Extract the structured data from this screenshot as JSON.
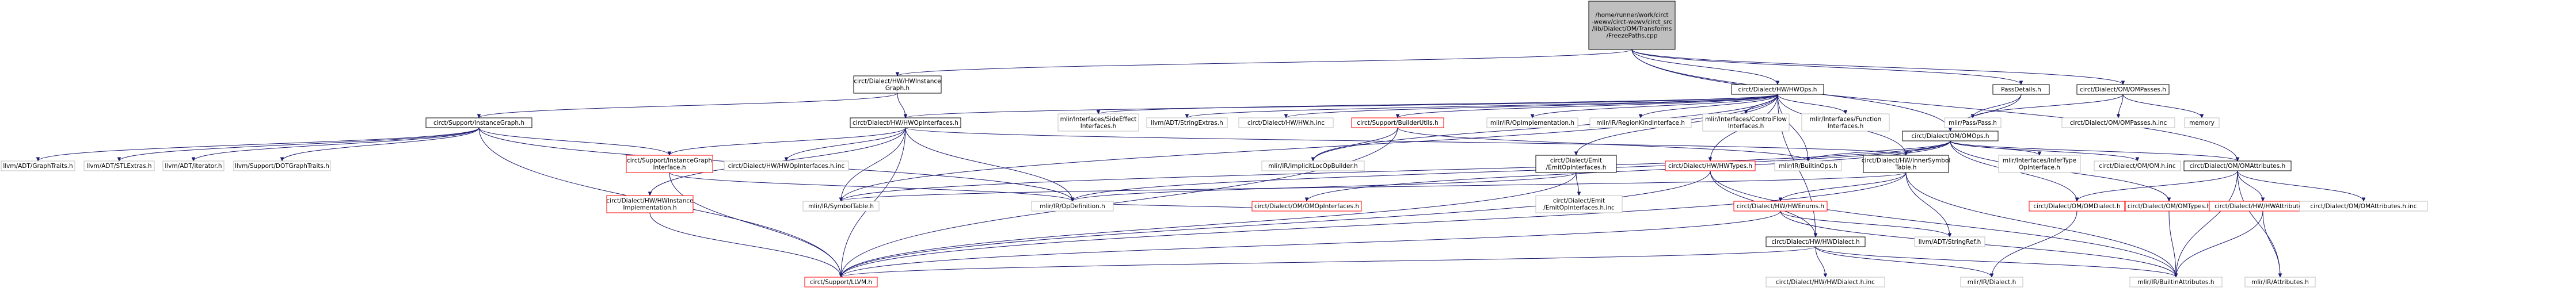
{
  "graph": {
    "title": "",
    "colors": {
      "root_fill": "#bfbfbf",
      "root_border": "#000000",
      "normal_fill": "#ffffff",
      "normal_border": "#000000",
      "missing_fill": "#ffffff",
      "missing_border": "#bfbfbf",
      "truncated_fill": "#ffffff",
      "truncated_border": "#ff0000",
      "edge": "#191970"
    },
    "nodes": [
      {
        "id": "root",
        "lines": [
          "/home/runner/work/circt",
          "-wewv/circt-wewv/circt_src",
          "/lib/Dialect/OM/Transforms",
          "/FreezePaths.cpp"
        ],
        "kind": "root"
      },
      {
        "id": "hwinst",
        "lines": [
          "circt/Dialect/HW/HWInstance",
          "Graph.h"
        ],
        "kind": "normal"
      },
      {
        "id": "hwops",
        "lines": [
          "circt/Dialect/HW/HWOps.h"
        ],
        "kind": "normal"
      },
      {
        "id": "passdetails",
        "lines": [
          "PassDetails.h"
        ],
        "kind": "normal"
      },
      {
        "id": "ompasses",
        "lines": [
          "circt/Dialect/OM/OMPasses.h"
        ],
        "kind": "normal"
      },
      {
        "id": "supportig",
        "lines": [
          "circt/Support/InstanceGraph.h"
        ],
        "kind": "normal"
      },
      {
        "id": "hwopinterfaces",
        "lines": [
          "circt/Dialect/HW/HWOpInterfaces.h"
        ],
        "kind": "normal"
      },
      {
        "id": "sideeffect",
        "lines": [
          "mlir/Interfaces/SideEffect",
          "Interfaces.h"
        ],
        "kind": "missing"
      },
      {
        "id": "stringextras",
        "lines": [
          "llvm/ADT/StringExtras.h"
        ],
        "kind": "missing"
      },
      {
        "id": "hwinc",
        "lines": [
          "circt/Dialect/HW/HW.h.inc"
        ],
        "kind": "missing"
      },
      {
        "id": "builderutils",
        "lines": [
          "circt/Support/BuilderUtils.h"
        ],
        "kind": "truncated"
      },
      {
        "id": "opimpl",
        "lines": [
          "mlir/IR/OpImplementation.h"
        ],
        "kind": "missing"
      },
      {
        "id": "regionkind",
        "lines": [
          "mlir/IR/RegionKindInterface.h"
        ],
        "kind": "missing"
      },
      {
        "id": "controlflow",
        "lines": [
          "mlir/Interfaces/ControlFlow",
          "Interfaces.h"
        ],
        "kind": "missing"
      },
      {
        "id": "functioninterfaces",
        "lines": [
          "mlir/Interfaces/Function",
          "Interfaces.h"
        ],
        "kind": "missing"
      },
      {
        "id": "passpass",
        "lines": [
          "mlir/Pass/Pass.h"
        ],
        "kind": "missing"
      },
      {
        "id": "ompasseshinc",
        "lines": [
          "circt/Dialect/OM/OMPasses.h.inc"
        ],
        "kind": "missing"
      },
      {
        "id": "memory",
        "lines": [
          "memory"
        ],
        "kind": "missing"
      },
      {
        "id": "omops",
        "lines": [
          "circt/Dialect/OM/OMOps.h"
        ],
        "kind": "normal"
      },
      {
        "id": "graphtraits",
        "lines": [
          "llvm/ADT/GraphTraits.h"
        ],
        "kind": "missing"
      },
      {
        "id": "stlextras",
        "lines": [
          "llvm/ADT/STLExtras.h"
        ],
        "kind": "missing"
      },
      {
        "id": "iterator",
        "lines": [
          "llvm/ADT/iterator.h"
        ],
        "kind": "missing"
      },
      {
        "id": "dotgraph",
        "lines": [
          "llvm/Support/DOTGraphTraits.h"
        ],
        "kind": "missing"
      },
      {
        "id": "supportiginterface",
        "lines": [
          "circt/Support/InstanceGraph",
          "Interface.h"
        ],
        "kind": "truncated"
      },
      {
        "id": "hwopinterfacesinc",
        "lines": [
          "circt/Dialect/HW/HWOpInterfaces.h.inc"
        ],
        "kind": "missing"
      },
      {
        "id": "implicitloc",
        "lines": [
          "mlir/IR/ImplicitLocOpBuilder.h"
        ],
        "kind": "missing"
      },
      {
        "id": "emitopinterfaces",
        "lines": [
          "circt/Dialect/Emit",
          "/EmitOpInterfaces.h"
        ],
        "kind": "normal"
      },
      {
        "id": "hwtypes",
        "lines": [
          "circt/Dialect/HW/HWTypes.h"
        ],
        "kind": "truncated"
      },
      {
        "id": "builtinops",
        "lines": [
          "mlir/IR/BuiltinOps.h"
        ],
        "kind": "missing"
      },
      {
        "id": "hwinnersymbol",
        "lines": [
          "circt/Dialect/HW/InnerSymbol",
          "Table.h"
        ],
        "kind": "normal"
      },
      {
        "id": "inferopinterface",
        "lines": [
          "mlir/Interfaces/InferType",
          "OpInterface.h"
        ],
        "kind": "missing"
      },
      {
        "id": "omhinc",
        "lines": [
          "circt/Dialect/OM/OM.h.inc"
        ],
        "kind": "missing"
      },
      {
        "id": "omattributes",
        "lines": [
          "circt/Dialect/OM/OMAttributes.h"
        ],
        "kind": "normal"
      },
      {
        "id": "hwinstimpl",
        "lines": [
          "circt/Dialect/HW/HWInstance",
          "Implementation.h"
        ],
        "kind": "truncated"
      },
      {
        "id": "symboltable",
        "lines": [
          "mlir/IR/SymbolTable.h"
        ],
        "kind": "missing"
      },
      {
        "id": "omopinterfaces",
        "lines": [
          "circt/Dialect/OM/OMOpInterfaces.h"
        ],
        "kind": "truncated"
      },
      {
        "id": "opdefinition",
        "lines": [
          "mlir/IR/OpDefinition.h"
        ],
        "kind": "missing"
      },
      {
        "id": "emitinc",
        "lines": [
          "circt/Dialect/Emit",
          "/EmitOpInterfaces.h.inc"
        ],
        "kind": "missing"
      },
      {
        "id": "hwenums",
        "lines": [
          "circt/Dialect/HW/HWEnums.h"
        ],
        "kind": "truncated"
      },
      {
        "id": "hwdialect",
        "lines": [
          "circt/Dialect/HW/HWDialect.h"
        ],
        "kind": "normal"
      },
      {
        "id": "stringref",
        "lines": [
          "llvm/ADT/StringRef.h"
        ],
        "kind": "missing"
      },
      {
        "id": "omdialect",
        "lines": [
          "circt/Dialect/OM/OMDialect.h"
        ],
        "kind": "truncated"
      },
      {
        "id": "omtypes",
        "lines": [
          "circt/Dialect/OM/OMTypes.h"
        ],
        "kind": "truncated"
      },
      {
        "id": "hwattributes",
        "lines": [
          "circt/Dialect/HW/HWAttributes.h"
        ],
        "kind": "truncated"
      },
      {
        "id": "omattributeshinc",
        "lines": [
          "circt/Dialect/OM/OMAttributes.h.inc"
        ],
        "kind": "missing"
      },
      {
        "id": "supportllvm",
        "lines": [
          "circt/Support/LLVM.h"
        ],
        "kind": "truncated"
      },
      {
        "id": "hwdialecthinc",
        "lines": [
          "circt/Dialect/HW/HWDialect.h.inc"
        ],
        "kind": "missing"
      },
      {
        "id": "irdialect",
        "lines": [
          "mlir/IR/Dialect.h"
        ],
        "kind": "missing"
      },
      {
        "id": "builtinattributes",
        "lines": [
          "mlir/IR/BuiltinAttributes.h"
        ],
        "kind": "missing"
      },
      {
        "id": "irattributes",
        "lines": [
          "mlir/IR/Attributes.h"
        ],
        "kind": "missing"
      }
    ],
    "edges": [
      [
        "root",
        "hwinst"
      ],
      [
        "root",
        "hwops"
      ],
      [
        "root",
        "passdetails"
      ],
      [
        "root",
        "ompasses"
      ],
      [
        "root",
        "omops"
      ],
      [
        "root",
        "omattributes"
      ],
      [
        "hwinst",
        "supportig"
      ],
      [
        "hwinst",
        "hwopinterfaces"
      ],
      [
        "hwops",
        "hwopinterfaces"
      ],
      [
        "hwops",
        "sideeffect"
      ],
      [
        "hwops",
        "stringextras"
      ],
      [
        "hwops",
        "hwinc"
      ],
      [
        "hwops",
        "builderutils"
      ],
      [
        "hwops",
        "opimpl"
      ],
      [
        "hwops",
        "regionkind"
      ],
      [
        "hwops",
        "controlflow"
      ],
      [
        "hwops",
        "functioninterfaces"
      ],
      [
        "hwops",
        "implicitloc"
      ],
      [
        "hwops",
        "emitopinterfaces"
      ],
      [
        "hwops",
        "hwtypes"
      ],
      [
        "hwops",
        "builtinops"
      ],
      [
        "hwops",
        "hwdialect"
      ],
      [
        "hwops",
        "symboltable"
      ],
      [
        "hwops",
        "hwinnersymbol"
      ],
      [
        "passdetails",
        "passpass"
      ],
      [
        "passdetails",
        "omops"
      ],
      [
        "ompasses",
        "passpass"
      ],
      [
        "ompasses",
        "ompasseshinc"
      ],
      [
        "ompasses",
        "memory"
      ],
      [
        "supportig",
        "graphtraits"
      ],
      [
        "supportig",
        "stlextras"
      ],
      [
        "supportig",
        "iterator"
      ],
      [
        "supportig",
        "dotgraph"
      ],
      [
        "supportig",
        "supportiginterface"
      ],
      [
        "supportig",
        "opdefinition"
      ],
      [
        "supportig",
        "supportllvm"
      ],
      [
        "hwopinterfaces",
        "hwopinterfacesinc"
      ],
      [
        "hwopinterfaces",
        "supportiginterface"
      ],
      [
        "hwopinterfaces",
        "hwinstimpl"
      ],
      [
        "hwopinterfaces",
        "symboltable"
      ],
      [
        "hwopinterfaces",
        "opdefinition"
      ],
      [
        "hwopinterfaces",
        "supportllvm"
      ],
      [
        "hwopinterfaces",
        "hwinnersymbol"
      ],
      [
        "builderutils",
        "implicitloc"
      ],
      [
        "builderutils",
        "builtinops"
      ],
      [
        "builderutils",
        "supportllvm"
      ],
      [
        "omops",
        "omopinterfaces"
      ],
      [
        "omops",
        "hwinnersymbol"
      ],
      [
        "omops",
        "inferopinterface"
      ],
      [
        "omops",
        "omhinc"
      ],
      [
        "omops",
        "omattributes"
      ],
      [
        "omops",
        "omdialect"
      ],
      [
        "omops",
        "omtypes"
      ],
      [
        "omops",
        "opdefinition"
      ],
      [
        "omops",
        "builtinops"
      ],
      [
        "omops",
        "symboltable"
      ],
      [
        "supportiginterface",
        "opdefinition"
      ],
      [
        "supportiginterface",
        "supportllvm"
      ],
      [
        "emitopinterfaces",
        "emitinc"
      ],
      [
        "emitopinterfaces",
        "opdefinition"
      ],
      [
        "emitopinterfaces",
        "supportllvm"
      ],
      [
        "hwtypes",
        "hwdialect"
      ],
      [
        "hwtypes",
        "supportllvm"
      ],
      [
        "hwtypes",
        "builtinattributes"
      ],
      [
        "hwinnersymbol",
        "hwenums"
      ],
      [
        "hwinnersymbol",
        "symboltable"
      ],
      [
        "hwinnersymbol",
        "stringref"
      ],
      [
        "hwinnersymbol",
        "supportllvm"
      ],
      [
        "hwinnersymbol",
        "builtinattributes"
      ],
      [
        "omattributes",
        "omdialect"
      ],
      [
        "omattributes",
        "hwattributes"
      ],
      [
        "omattributes",
        "omattributeshinc"
      ],
      [
        "omattributes",
        "builtinattributes"
      ],
      [
        "omattributes",
        "irattributes"
      ],
      [
        "hwinstimpl",
        "supportllvm"
      ],
      [
        "omopinterfaces",
        "opdefinition"
      ],
      [
        "hwenums",
        "stringref"
      ],
      [
        "hwenums",
        "builtinattributes"
      ],
      [
        "hwenums",
        "supportllvm"
      ],
      [
        "hwdialect",
        "hwdialecthinc"
      ],
      [
        "hwdialect",
        "irdialect"
      ],
      [
        "hwdialect",
        "supportllvm"
      ],
      [
        "hwdialect",
        "builtinattributes"
      ],
      [
        "omdialect",
        "irdialect"
      ],
      [
        "omtypes",
        "builtinattributes"
      ],
      [
        "hwattributes",
        "builtinattributes"
      ],
      [
        "hwattributes",
        "irattributes"
      ]
    ]
  }
}
